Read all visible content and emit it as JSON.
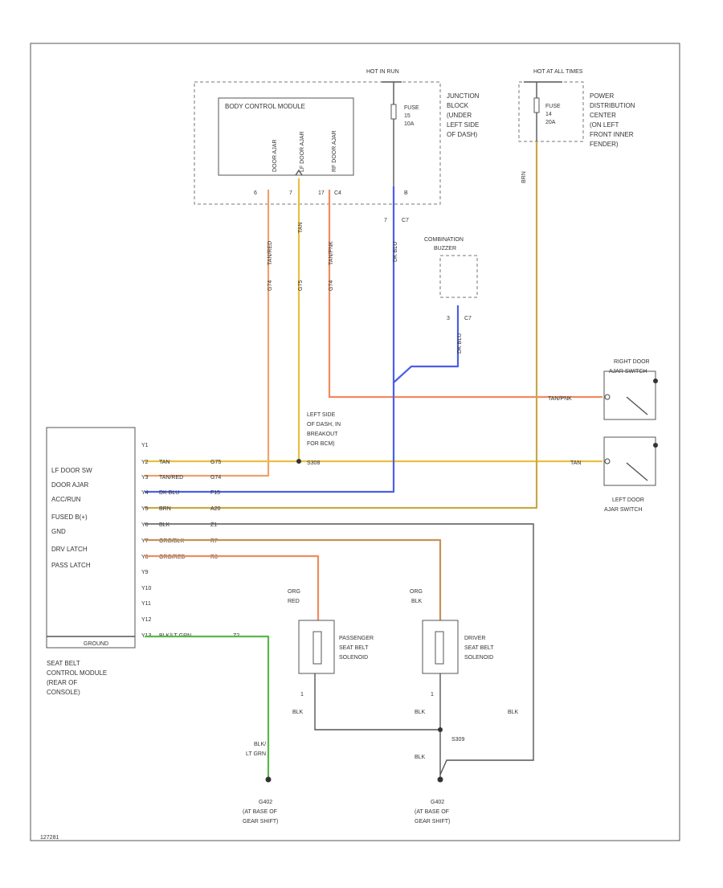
{
  "bcm": {
    "title": "BODY CONTROL MODULE",
    "pin_labels": [
      "DOOR AJAR",
      "LF DOOR AJAR",
      "RF DOOR AJAR"
    ],
    "pins": [
      "6",
      "7",
      "17",
      "C4"
    ]
  },
  "hot_run": "HOT IN RUN",
  "fuse_left": {
    "name": "FUSE",
    "num": "15",
    "amp": "10A",
    "bottom_pin": "B"
  },
  "junction_block": [
    "JUNCTION",
    "BLOCK",
    "(UNDER",
    "LEFT SIDE",
    "OF DASH)"
  ],
  "hot_at_all_times": "HOT AT ALL TIMES",
  "fuse_right": {
    "name": "FUSE",
    "num": "14",
    "amp": "20A"
  },
  "pdc": [
    "POWER",
    "DISTRIBUTION",
    "CENTER",
    "(ON LEFT",
    "FRONT INNER",
    "FENDER)"
  ],
  "brn_label": "BRN",
  "jb_connector": {
    "pin": "7",
    "conn": "C7"
  },
  "wires_vertical": [
    "TAN/RED",
    "TAN",
    "TAN/PNK",
    "DK BLU"
  ],
  "wire_nums_vertical": [
    "G74",
    "G75",
    "G74"
  ],
  "combination_buzzer": [
    "COMBINATION",
    "BUZZER"
  ],
  "buzzer_pin": {
    "pin": "3",
    "conn": "C7",
    "wire": "DK BLU"
  },
  "right_switch": {
    "title": [
      "RIGHT DOOR",
      "AJAR SWITCH"
    ],
    "wire": "TAN/PNK"
  },
  "left_switch": {
    "title": [
      "LEFT DOOR",
      "AJAR SWITCH"
    ],
    "wire": "TAN"
  },
  "splice_note": [
    "LEFT SIDE",
    "OF DASH, IN",
    "BREAKOUT",
    "FOR BCM)"
  ],
  "splice_id": "S308",
  "module": {
    "functions": [
      "LF DOOR SW",
      "DOOR AJAR",
      "ACC/RUN",
      "FUSED B(+)",
      "GND",
      "DRV LATCH",
      "PASS LATCH"
    ],
    "ground": "GROUND",
    "title": [
      "SEAT BELT",
      "CONTROL MODULE",
      "(REAR OF",
      "CONSOLE)"
    ],
    "pin_col": [
      "Y1",
      "Y2",
      "Y3",
      "Y4",
      "Y5",
      "Y6",
      "Y7",
      "Y8",
      "Y9",
      "Y10",
      "Y11",
      "Y12",
      "Y13"
    ],
    "rows": [
      {
        "pin": "Y1",
        "color": "",
        "num": ""
      },
      {
        "pin": "Y2",
        "color": "TAN",
        "num": "G75"
      },
      {
        "pin": "Y3",
        "color": "TAN/RED",
        "num": "G74"
      },
      {
        "pin": "Y4",
        "color": "DK BLU",
        "num": "F15"
      },
      {
        "pin": "Y5",
        "color": "BRN",
        "num": "A20"
      },
      {
        "pin": "Y6",
        "color": "BLK",
        "num": "Z1"
      },
      {
        "pin": "Y7",
        "color": "ORG/BLK",
        "num": "R7"
      },
      {
        "pin": "Y8",
        "color": "ORG/RED",
        "num": "R6"
      },
      {
        "pin": "Y9",
        "color": "",
        "num": ""
      },
      {
        "pin": "Y10",
        "color": "",
        "num": ""
      },
      {
        "pin": "Y11",
        "color": "",
        "num": ""
      },
      {
        "pin": "Y12",
        "color": "",
        "num": ""
      },
      {
        "pin": "Y13",
        "color": "BLK/LT GRN",
        "num": "Z2"
      }
    ]
  },
  "passenger_solenoid": {
    "wire": [
      "ORG",
      "RED"
    ],
    "label": [
      "PASSENGER",
      "SEAT BELT",
      "SOLENOID"
    ],
    "pin": "1",
    "gnd_wire": "BLK"
  },
  "driver_solenoid": {
    "wire": [
      "ORG",
      "BLK"
    ],
    "label": [
      "DRIVER",
      "SEAT BELT",
      "SOLENOID"
    ],
    "pin": "1",
    "gnd_wire": "BLK"
  },
  "splice_bottom": "S309",
  "blk_right": "BLK",
  "blk_bottom": "BLK",
  "ground_left": {
    "wire": [
      "BLK/",
      "LT GRN"
    ],
    "label": [
      "G402",
      "(AT BASE OF",
      "GEAR SHIFT)"
    ]
  },
  "ground_right": {
    "label": [
      "G402",
      "(AT BASE OF",
      "GEAR SHIFT)"
    ]
  },
  "figure_id": "127281",
  "colors": {
    "tan": "#e8c040",
    "tanred": "#f0a070",
    "tanpnk": "#f08a60",
    "blue": "#4a5ee8",
    "brn": "#c8a848",
    "orgblk": "#c8905a",
    "orgred": "#f08a60",
    "green": "#5ab84a",
    "black": "#444444"
  }
}
